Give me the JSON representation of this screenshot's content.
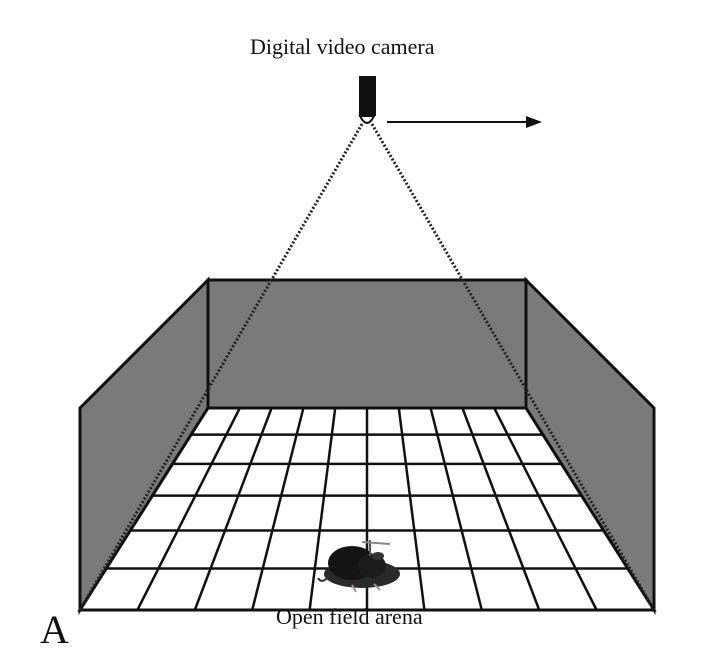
{
  "labels": {
    "camera": "Digital video camera",
    "arena": "Open field arena",
    "panel": "A"
  },
  "arena_grid": {
    "columns": 10,
    "rows": 6
  },
  "colors": {
    "wall": "#7a7a7a",
    "floor": "#ffffff",
    "line": "#111111",
    "mouse": "#141414"
  }
}
